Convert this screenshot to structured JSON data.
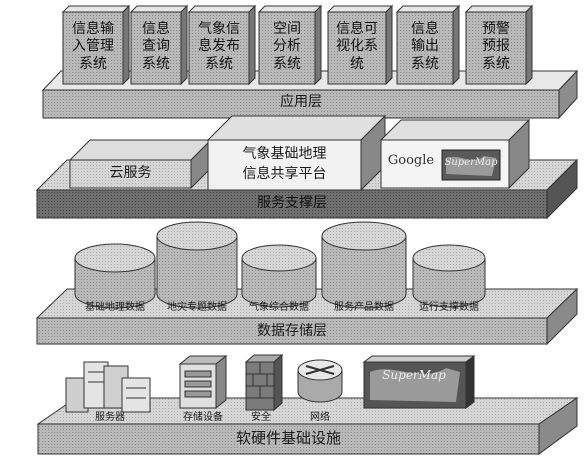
{
  "application_layer": {
    "label": "应用层",
    "systems": [
      [
        "信息输",
        "入管理",
        "系统"
      ],
      [
        "信息",
        "查询",
        "系统"
      ],
      [
        "气象信",
        "息发布",
        "系统"
      ],
      [
        "空间",
        "分析",
        "系统"
      ],
      [
        "信息可",
        "视化系",
        "统"
      ],
      [
        "信息",
        "输出",
        "系统"
      ],
      [
        "预警",
        "预报",
        "系统"
      ]
    ]
  },
  "service_layer": {
    "label": "服务支撑层",
    "cloud": "云服务",
    "geo_platform_line1": "气象基础地理",
    "geo_platform_line2": "信息共享平台",
    "google_logo": "Google",
    "supermap_logo": "SuperMap"
  },
  "storage_layer": {
    "label": "数据存储层",
    "databases": [
      "基础地理数据",
      "地灾专题数据",
      "气象综合数据",
      "服务产品数据",
      "运行支撑数据"
    ]
  },
  "infrastructure_layer": {
    "label": "软硬件基础设施",
    "devices": [
      "服务器",
      "存储设备",
      "安全",
      "网络"
    ],
    "supermap_logo": "SuperMap"
  }
}
